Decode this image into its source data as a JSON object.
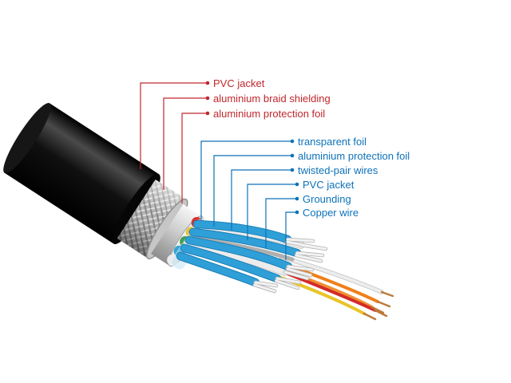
{
  "figure": {
    "type": "cable-cutaway-diagram",
    "outer_labels": [
      {
        "text": "PVC jacket"
      },
      {
        "text": "aluminium braid shielding"
      },
      {
        "text": "aluminium protection foil"
      }
    ],
    "inner_labels": [
      {
        "text": "transparent foil"
      },
      {
        "text": "aluminium protection foil"
      },
      {
        "text": "twisted-pair wires"
      },
      {
        "text": "PVC jacket"
      },
      {
        "text": "Grounding"
      },
      {
        "text": "Copper wire"
      }
    ],
    "colors": {
      "background": "#ffffff",
      "outer_label": "#c0272d",
      "inner_label": "#0d72b9",
      "cable_jacket": "#0c0c0c",
      "braid_shield": "#b2b2b2",
      "protection_foil": "#d8d8d8",
      "transparent_foil": "#bfe0f2",
      "pair_jacket_blue": "#2f9fd8",
      "wire_white": "#ececec",
      "wire_orange": "#ef8018",
      "wire_red": "#d42a2a",
      "wire_yellow": "#e9c428",
      "bare_copper": "#bc7b3a",
      "grounding_silver": "#c9c9c9"
    }
  }
}
